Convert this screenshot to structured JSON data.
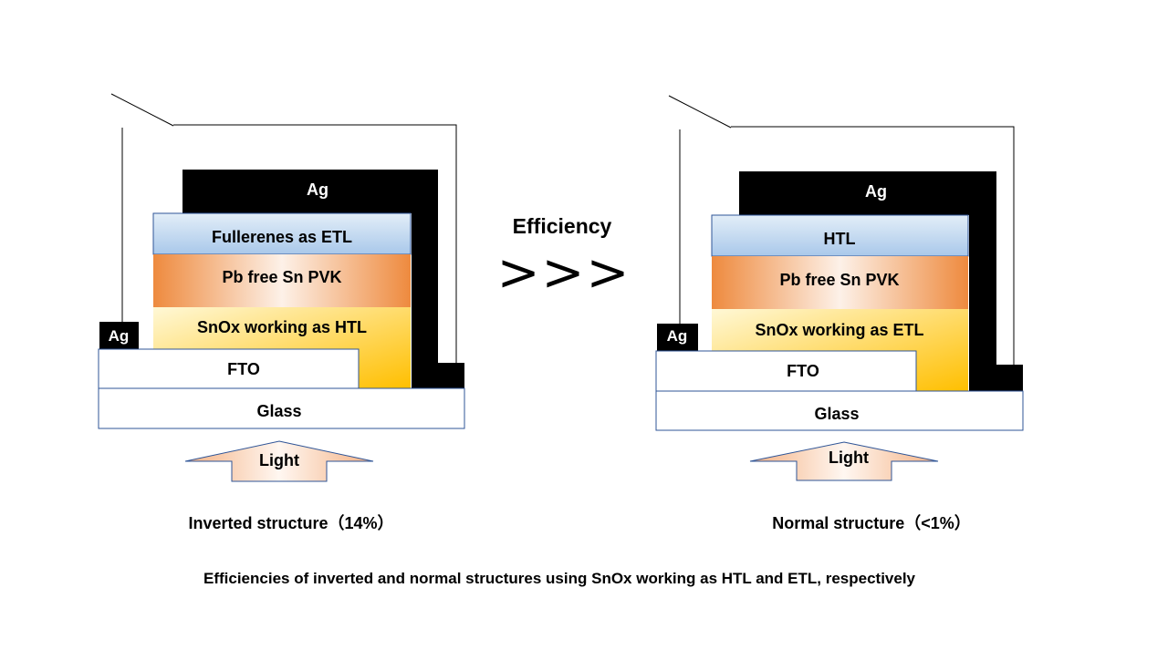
{
  "inverted": {
    "top_electrode": "Ag",
    "transport_layer": "Fullerenes as ETL",
    "absorber": "Pb free Sn PVK",
    "snox_layer": "SnOx working as HTL",
    "side_contact": "Ag",
    "fto": "FTO",
    "glass": "Glass",
    "light": "Light",
    "caption": "Inverted structure（14%）"
  },
  "comparison": {
    "label": "Efficiency",
    "symbol": ">>>"
  },
  "normal": {
    "top_electrode": "Ag",
    "transport_layer": "HTL",
    "absorber": "Pb free Sn PVK",
    "snox_layer": "SnOx working as ETL",
    "side_contact": "Ag",
    "fto": "FTO",
    "glass": "Glass",
    "light": "Light",
    "caption": "Normal structure（<1%）"
  },
  "figure_caption": "Efficiencies of inverted and normal structures using SnOx working as HTL and ETL, respectively",
  "colors": {
    "electrode": "#000000",
    "transport_top": "#dbe8f5",
    "transport_bottom": "#a9c8ea",
    "perovskite_edge": "#ee8a3e",
    "perovskite_center": "#fdf1e8",
    "snox_light": "#fff8d6",
    "snox_dark": "#ffbf00",
    "substrate_border": "#2f5597",
    "arrow_fill": "#f7c6a3"
  }
}
